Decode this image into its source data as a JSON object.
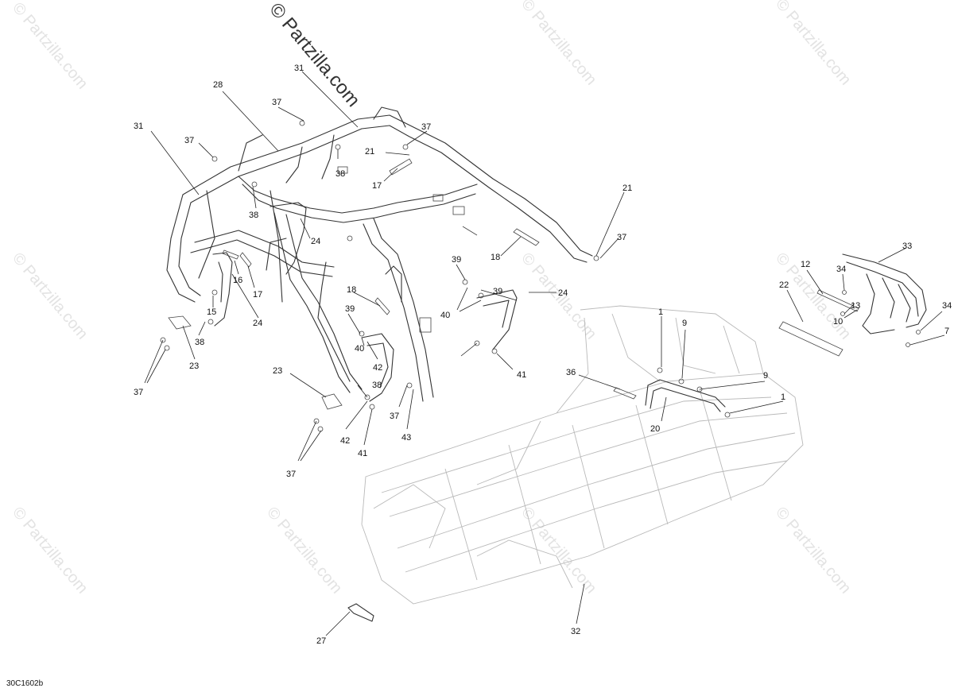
{
  "diagram_code": "30C1602b",
  "watermark": {
    "main_text": "© Partzilla.com",
    "tile_text": "© Partzilla.com"
  },
  "callouts": [
    "31",
    "28",
    "37",
    "37",
    "37",
    "21",
    "38",
    "17",
    "38",
    "24",
    "16",
    "17",
    "15",
    "38",
    "23",
    "37",
    "24",
    "18",
    "39",
    "39",
    "40",
    "39",
    "40",
    "42",
    "38",
    "42",
    "41",
    "37",
    "43",
    "23",
    "37",
    "24",
    "41",
    "18",
    "21",
    "37",
    "1",
    "9",
    "36",
    "9",
    "1",
    "20",
    "33",
    "12",
    "34",
    "22",
    "13",
    "10",
    "34",
    "7",
    "27",
    "32",
    "31"
  ],
  "colors": {
    "line": "#333333",
    "ghost": "#b9b9b9",
    "watermark": "#e3e3e3"
  }
}
